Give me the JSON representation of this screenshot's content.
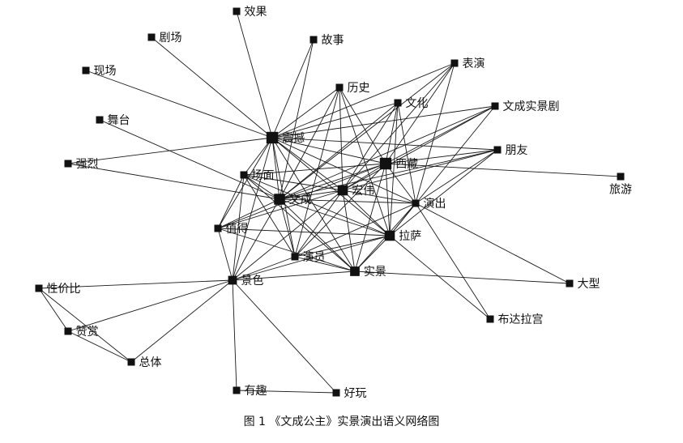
{
  "caption": "图 1 《文成公主》实景演出语义网络图",
  "colors": {
    "ink": "#111111",
    "edge": "#1a1a1a",
    "background": "#ffffff"
  },
  "nodes": [
    {
      "id": "xiaoguo",
      "label": "效果"
    },
    {
      "id": "juchang",
      "label": "剧场"
    },
    {
      "id": "gushi",
      "label": "故事"
    },
    {
      "id": "xianchang",
      "label": "现场"
    },
    {
      "id": "biaoyan",
      "label": "表演"
    },
    {
      "id": "lishi",
      "label": "历史"
    },
    {
      "id": "wutai",
      "label": "舞台"
    },
    {
      "id": "wenhua",
      "label": "文化"
    },
    {
      "id": "wenchengsjj",
      "label": "文成实景剧"
    },
    {
      "id": "zhenhan",
      "label": "震撼"
    },
    {
      "id": "pengyou",
      "label": "朋友"
    },
    {
      "id": "qianglie",
      "label": "强烈"
    },
    {
      "id": "xizang",
      "label": "西藏"
    },
    {
      "id": "changmian",
      "label": "场面"
    },
    {
      "id": "lvyou",
      "label": "旅游"
    },
    {
      "id": "hongwei",
      "label": "宏伟"
    },
    {
      "id": "wencheng",
      "label": "文成"
    },
    {
      "id": "yanchu",
      "label": "演出"
    },
    {
      "id": "zhide",
      "label": "值得"
    },
    {
      "id": "lasa",
      "label": "拉萨"
    },
    {
      "id": "yanyuan",
      "label": "演员"
    },
    {
      "id": "shijing",
      "label": "实景"
    },
    {
      "id": "jingse",
      "label": "景色"
    },
    {
      "id": "daxing",
      "label": "大型"
    },
    {
      "id": "xingjiabi",
      "label": "性价比"
    },
    {
      "id": "budalagong",
      "label": "布达拉宫"
    },
    {
      "id": "zanshang",
      "label": "赞赏"
    },
    {
      "id": "zongti",
      "label": "总体"
    },
    {
      "id": "youqu",
      "label": "有趣"
    },
    {
      "id": "haowan",
      "label": "好玩"
    }
  ],
  "edges": [
    [
      "xiaoguo",
      "zhenhan"
    ],
    [
      "juchang",
      "zhenhan"
    ],
    [
      "xianchang",
      "zhenhan"
    ],
    [
      "wutai",
      "wencheng"
    ],
    [
      "qianglie",
      "zhenhan"
    ],
    [
      "qianglie",
      "wencheng"
    ],
    [
      "gushi",
      "zhenhan"
    ],
    [
      "gushi",
      "wencheng"
    ],
    [
      "lishi",
      "zhenhan"
    ],
    [
      "lishi",
      "xizang"
    ],
    [
      "lishi",
      "wencheng"
    ],
    [
      "lishi",
      "hongwei"
    ],
    [
      "lishi",
      "lasa"
    ],
    [
      "lishi",
      "yanyuan"
    ],
    [
      "biaoyan",
      "zhenhan"
    ],
    [
      "biaoyan",
      "hongwei"
    ],
    [
      "biaoyan",
      "xizang"
    ],
    [
      "biaoyan",
      "wencheng"
    ],
    [
      "biaoyan",
      "yanchu"
    ],
    [
      "wenhua",
      "zhenhan"
    ],
    [
      "wenhua",
      "xizang"
    ],
    [
      "wenhua",
      "wencheng"
    ],
    [
      "wenhua",
      "lasa"
    ],
    [
      "wenhua",
      "hongwei"
    ],
    [
      "wenhua",
      "yanchu"
    ],
    [
      "wenchengsjj",
      "zhenhan"
    ],
    [
      "wenchengsjj",
      "xizang"
    ],
    [
      "wenchengsjj",
      "hongwei"
    ],
    [
      "wenchengsjj",
      "wencheng"
    ],
    [
      "wenchengsjj",
      "lasa"
    ],
    [
      "pengyou",
      "zhenhan"
    ],
    [
      "pengyou",
      "xizang"
    ],
    [
      "pengyou",
      "hongwei"
    ],
    [
      "pengyou",
      "wencheng"
    ],
    [
      "pengyou",
      "yanchu"
    ],
    [
      "pengyou",
      "lasa"
    ],
    [
      "lvyou",
      "xizang"
    ],
    [
      "zhenhan",
      "xizang"
    ],
    [
      "zhenhan",
      "wencheng"
    ],
    [
      "zhenhan",
      "hongwei"
    ],
    [
      "zhenhan",
      "yanchu"
    ],
    [
      "zhenhan",
      "lasa"
    ],
    [
      "zhenhan",
      "shijing"
    ],
    [
      "zhenhan",
      "yanyuan"
    ],
    [
      "zhenhan",
      "jingse"
    ],
    [
      "zhenhan",
      "zhide"
    ],
    [
      "zhenhan",
      "changmian"
    ],
    [
      "xizang",
      "wencheng"
    ],
    [
      "xizang",
      "hongwei"
    ],
    [
      "xizang",
      "lasa"
    ],
    [
      "xizang",
      "yanchu"
    ],
    [
      "xizang",
      "yanyuan"
    ],
    [
      "xizang",
      "shijing"
    ],
    [
      "xizang",
      "zhide"
    ],
    [
      "xizang",
      "changmian"
    ],
    [
      "changmian",
      "wencheng"
    ],
    [
      "changmian",
      "hongwei"
    ],
    [
      "changmian",
      "lasa"
    ],
    [
      "changmian",
      "yanyuan"
    ],
    [
      "changmian",
      "shijing"
    ],
    [
      "changmian",
      "zhide"
    ],
    [
      "changmian",
      "jingse"
    ],
    [
      "hongwei",
      "wencheng"
    ],
    [
      "hongwei",
      "lasa"
    ],
    [
      "hongwei",
      "yanchu"
    ],
    [
      "hongwei",
      "shijing"
    ],
    [
      "hongwei",
      "yanyuan"
    ],
    [
      "hongwei",
      "jingse"
    ],
    [
      "wencheng",
      "yanchu"
    ],
    [
      "wencheng",
      "lasa"
    ],
    [
      "wencheng",
      "shijing"
    ],
    [
      "wencheng",
      "yanyuan"
    ],
    [
      "wencheng",
      "zhide"
    ],
    [
      "wencheng",
      "jingse"
    ],
    [
      "yanchu",
      "lasa"
    ],
    [
      "yanchu",
      "shijing"
    ],
    [
      "yanchu",
      "daxing"
    ],
    [
      "yanchu",
      "yanyuan"
    ],
    [
      "yanchu",
      "budalagong"
    ],
    [
      "zhide",
      "lasa"
    ],
    [
      "zhide",
      "hongwei"
    ],
    [
      "zhide",
      "shijing"
    ],
    [
      "zhide",
      "jingse"
    ],
    [
      "lasa",
      "yanyuan"
    ],
    [
      "lasa",
      "shijing"
    ],
    [
      "lasa",
      "budalagong"
    ],
    [
      "lasa",
      "jingse"
    ],
    [
      "yanyuan",
      "shijing"
    ],
    [
      "jingse",
      "shijing"
    ],
    [
      "shijing",
      "daxing"
    ],
    [
      "jingse",
      "yanyuan"
    ],
    [
      "xingjiabi",
      "jingse"
    ],
    [
      "zanshang",
      "jingse"
    ],
    [
      "zanshang",
      "xingjiabi"
    ],
    [
      "zongti",
      "jingse"
    ],
    [
      "zongti",
      "xingjiabi"
    ],
    [
      "zongti",
      "zanshang"
    ],
    [
      "youqu",
      "jingse"
    ],
    [
      "youqu",
      "haowan"
    ],
    [
      "jingse",
      "haowan"
    ]
  ]
}
